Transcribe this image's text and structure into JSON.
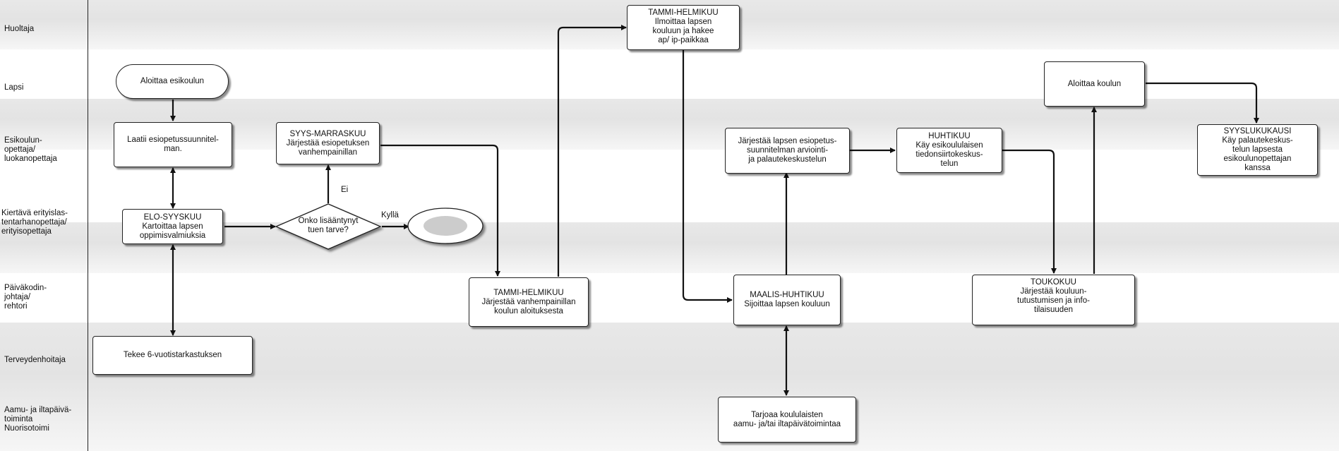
{
  "lanes": [
    {
      "id": "huoltaja",
      "label": "Huoltaja"
    },
    {
      "id": "lapsi",
      "label": "Lapsi"
    },
    {
      "id": "esikoulu",
      "label": "Esikoulun-\nopettaja/\nluokanopettaja"
    },
    {
      "id": "kiertava",
      "label": "Kiertävä erityislas-\ntentarhanopettaja/\nerityisopettaja"
    },
    {
      "id": "paivakoti",
      "label": "Päiväkodin-\njohtaja/\nrehtori"
    },
    {
      "id": "terveys",
      "label": "Terveydenhoitaja"
    },
    {
      "id": "aamu",
      "label": "Aamu- ja iltapäivä-\ntoiminta\nNuorisotoimi"
    }
  ],
  "nodes": {
    "aloittaa_esikoulun": "Aloittaa esikoulun",
    "laatii": "Laatii esiopetussuunnitel-\nman.",
    "syys_marraskuu": "SYYS-MARRASKUU\nJärjestää esiopetuksen\nvanhempainillan",
    "elo_syyskuu": "ELO-SYYSKUU\nKartoittaa lapsen\noppimisvalmiuksia",
    "decision": "Onko lisääntynyt\ntuen tarve?",
    "tekee": "Tekee 6-vuotistarkastuksen",
    "tammi_helmikuu_vanhempainilta": "TAMMI-HELMIKUU\nJärjestää vanhempainillan\nkoulun aloituksesta",
    "tammi_helmikuu_ilmoittaa": "TAMMI-HELMIKUU\nIlmoittaa lapsen\nkouluun ja hakee\nap/ ip-paikkaa",
    "maalis_huhtikuu": "MAALIS-HUHTIKUU\nSijoittaa lapsen kouluun",
    "tarjoaa": "Tarjoaa koululaisten\naamu- ja/tai iltapäivätoimintaa",
    "jarjestaa_arviointi": "Järjestää lapsen esiopetus-\nsuunnitelman arviointi-\nja palautekeskustelun",
    "huhtikuu": "HUHTIKUU\nKäy esikoululaisen\ntiedonsiirtokeskus-\ntelun",
    "toukokuu": "TOUKOKUU\nJärjestää kouluun-\ntutustumisen ja info-\ntilaisuuden",
    "aloittaa_koulun": "Aloittaa koulun",
    "syyslukukausi": "SYYSLUKUKAUSI\nKäy palautekeskus-\ntelun lapsesta\nesikoulunopettajan\nkanssa"
  },
  "edge_labels": {
    "ei": "Ei",
    "kylla": "Kyllä"
  },
  "colors": {
    "band": "#e6e6e6",
    "line": "#111111",
    "terminal_fill": "#cccccc"
  }
}
